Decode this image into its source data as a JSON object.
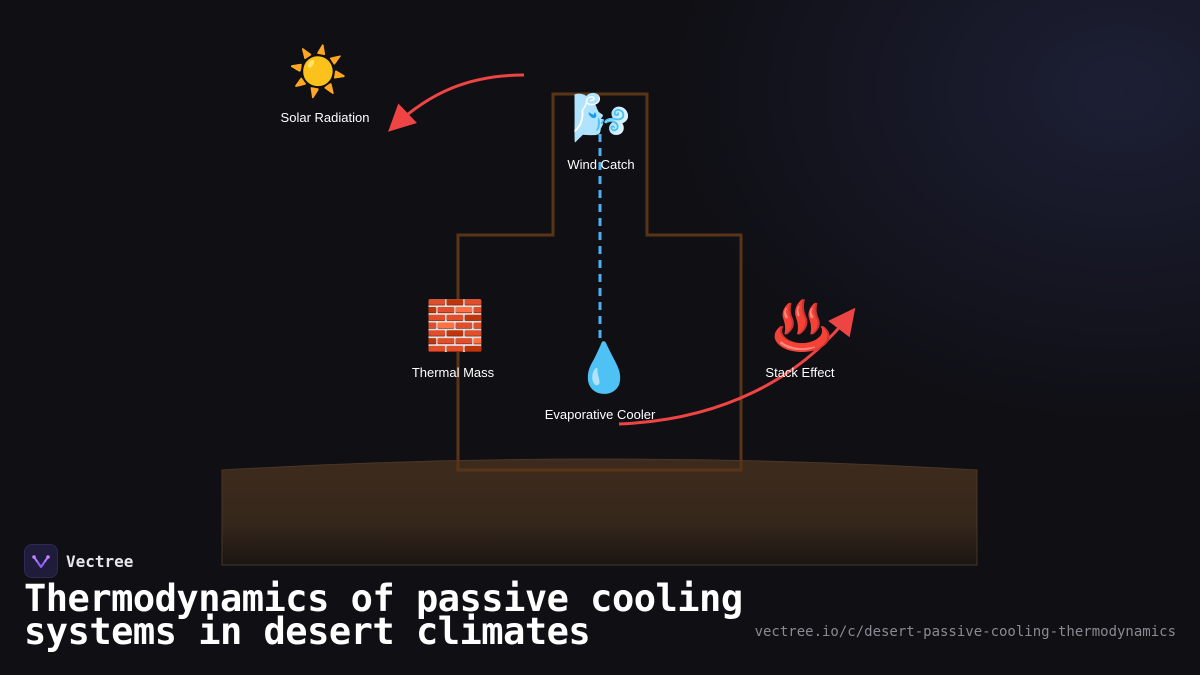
{
  "diagram": {
    "nodes": [
      {
        "id": "solar",
        "icon": "☀️",
        "icon_name": "sun-icon",
        "label": "Solar Radiation"
      },
      {
        "id": "wind",
        "icon": "🌬️",
        "icon_name": "wind-face-icon",
        "label": "Wind Catch"
      },
      {
        "id": "thermal",
        "icon": "🧱",
        "icon_name": "brick-icon",
        "label": "Thermal Mass"
      },
      {
        "id": "evap",
        "icon": "💧",
        "icon_name": "droplet-icon",
        "label": "Evaporative Cooler"
      },
      {
        "id": "stack",
        "icon": "♨️",
        "icon_name": "hot-springs-icon",
        "label": "Stack Effect"
      }
    ],
    "colors": {
      "building_outline": "#5a3416",
      "ground": "#3a2a1e",
      "airflow": "#4db0f5",
      "heat_arrow": "#ef4444"
    }
  },
  "footer": {
    "brand": "Vectree",
    "title": "Thermodynamics of passive cooling systems in desert climates",
    "url": "vectree.io/c/desert-passive-cooling-thermodynamics"
  }
}
